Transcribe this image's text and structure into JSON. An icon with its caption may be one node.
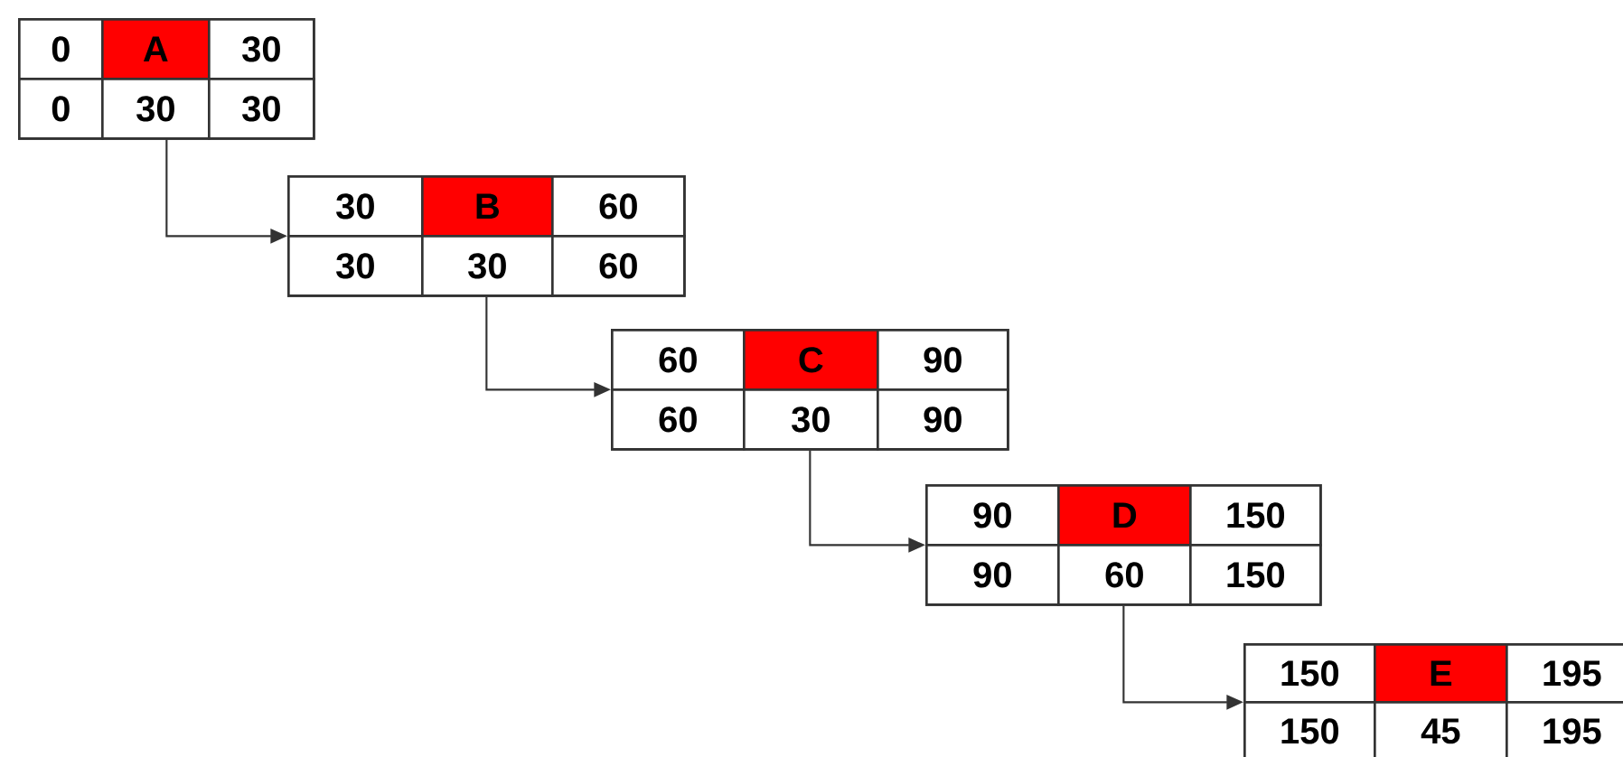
{
  "diagram": {
    "nodes": [
      {
        "text": [
          "0",
          "A",
          "30",
          "0",
          "30",
          "30"
        ]
      },
      {
        "text": [
          "30",
          "B",
          "60",
          "30",
          "30",
          "60"
        ]
      },
      {
        "text": [
          "60",
          "C",
          "90",
          "60",
          "30",
          "90"
        ]
      },
      {
        "text": [
          "90",
          "D",
          "150",
          "90",
          "60",
          "150"
        ]
      },
      {
        "text": [
          "150",
          "E",
          "195",
          "150",
          "45",
          "195"
        ]
      }
    ],
    "edges": [
      {
        "from": 0,
        "to": 1,
        "arrow": "to"
      },
      {
        "from": 1,
        "to": 2,
        "arrow": "to"
      },
      {
        "from": 2,
        "to": 3,
        "arrow": "to"
      },
      {
        "from": 3,
        "to": 4,
        "arrow": "to"
      }
    ]
  }
}
